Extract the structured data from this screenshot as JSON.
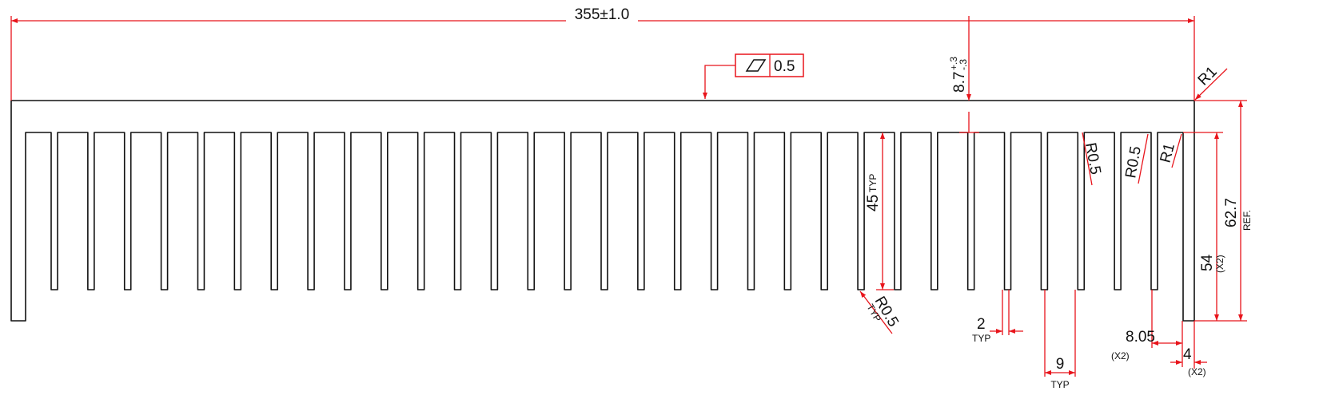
{
  "colors": {
    "profile": "#111111",
    "dimension": "#e8141b",
    "background": "#ffffff"
  },
  "profile": {
    "fin_count": 31
  },
  "dimensions": {
    "overall_width": "355±1.0",
    "flatness_symbol": "flatness-parallelogram-icon",
    "flatness_tolerance": "0.5",
    "base_thickness": "8.7",
    "base_tol_plus": "+.3",
    "base_tol_minus": "-.3",
    "corner_radius": "R1",
    "fin_height": "45",
    "fin_height_note": "TYP",
    "slot_radius_1": "R0.5",
    "slot_radius_2": "R0.5",
    "slot_radius_3": "R1",
    "fin_tip_radius": "R0.5",
    "fin_tip_radius_note": "TYP",
    "fin_thickness": "2",
    "fin_thickness_note": "TYP",
    "fin_pitch": "9",
    "fin_pitch_note": "TYP",
    "end_slot": "8.05",
    "end_slot_note": "(X2)",
    "end_wall": "4",
    "end_wall_note": "(X2)",
    "end_wall_height": "54",
    "end_wall_height_note": "(X2)",
    "total_height": "62.7",
    "total_height_note": "REF."
  }
}
